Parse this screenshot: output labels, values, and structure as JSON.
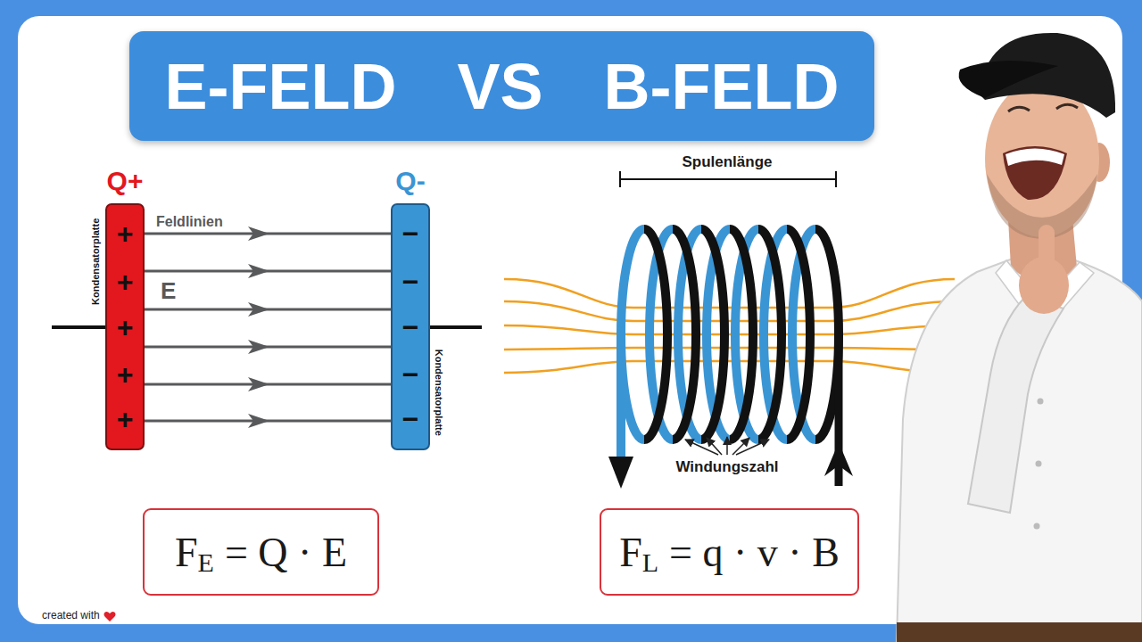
{
  "diagram": {
    "title": "E-FELD VS B-FELD",
    "nodes": [
      {
        "text": [
          "Q+",
          "+",
          "+",
          "+",
          "+",
          "+"
        ]
      },
      {
        "text": [
          "Q-",
          "−",
          "−",
          "−",
          "−",
          "−"
        ]
      },
      {
        "text": [
          "F",
          "E",
          "= Q · E"
        ]
      },
      {
        "text": [
          "F",
          "L",
          "= q · v · B"
        ]
      }
    ],
    "edges": [
      {
        "from": 0,
        "to": 1,
        "arrow": "to"
      },
      {
        "from": 0,
        "to": 1,
        "arrow": "to"
      },
      {
        "from": 0,
        "to": 1,
        "arrow": "to"
      },
      {
        "from": 0,
        "to": 1,
        "arrow": "to"
      },
      {
        "from": 0,
        "to": 1,
        "arrow": "to"
      },
      {
        "from": 0,
        "to": 1,
        "arrow": "to"
      }
    ],
    "labels": [
      "Feldlinien",
      "E",
      "Kondensatorplatte",
      "Kondensatorplatte",
      "Spulenlänge",
      "Windungszahl",
      "created with"
    ]
  }
}
